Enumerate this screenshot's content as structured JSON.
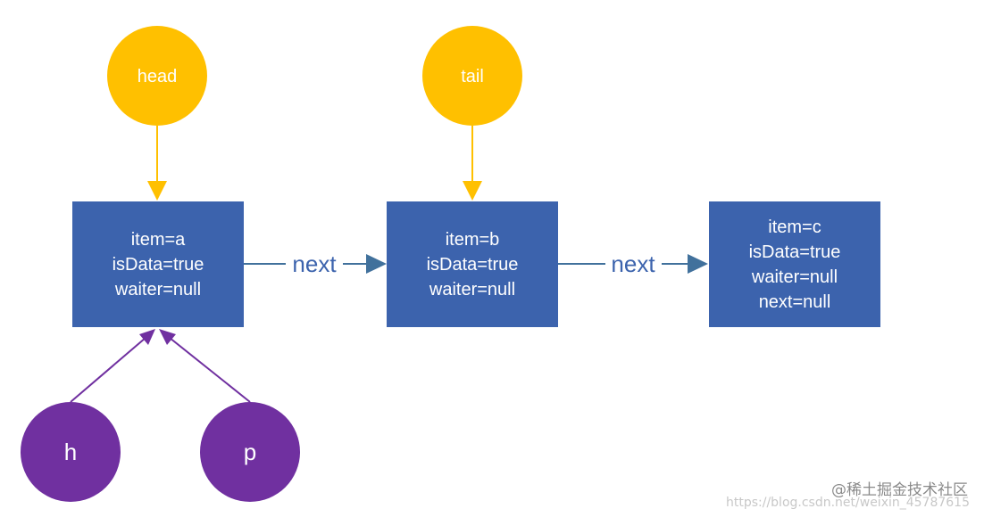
{
  "pointers": {
    "head": "head",
    "tail": "tail",
    "h": "h",
    "p": "p"
  },
  "nodes": [
    {
      "lines": [
        "item=a",
        "isData=true",
        "waiter=null"
      ]
    },
    {
      "lines": [
        "item=b",
        "isData=true",
        "waiter=null"
      ]
    },
    {
      "lines": [
        "item=c",
        "isData=true",
        "waiter=null",
        "next=null"
      ]
    }
  ],
  "edges": {
    "next_label_1": "next",
    "next_label_2": "next"
  },
  "colors": {
    "node_fill": "#3c63ad",
    "pointer_yellow": "#ffc000",
    "pointer_purple": "#7030a0",
    "next_arrow": "#41719c",
    "next_label": "#3c63ad"
  },
  "watermark": {
    "brand": "@稀土掘金技术社区",
    "url": "https://blog.csdn.net/weixin_45787615"
  }
}
